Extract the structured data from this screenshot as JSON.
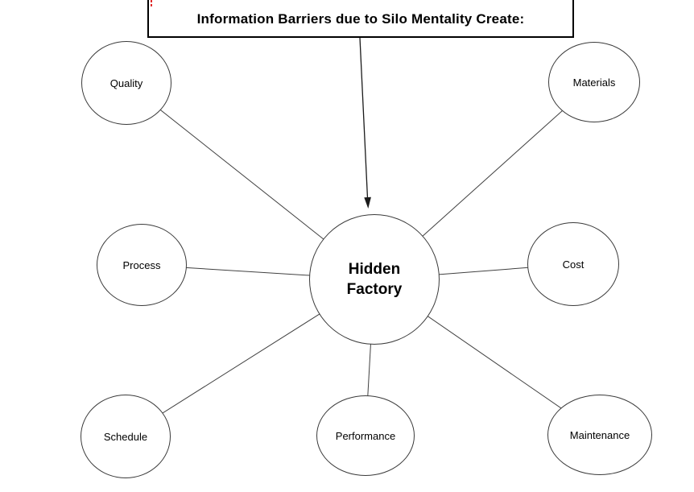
{
  "title": {
    "label": "Information Barriers due to Silo Mentality Create:"
  },
  "center_node": {
    "label": "Hidden\nFactory"
  },
  "nodes": [
    {
      "id": "quality",
      "label": "Quality"
    },
    {
      "id": "materials",
      "label": "Materials"
    },
    {
      "id": "process",
      "label": "Process"
    },
    {
      "id": "cost",
      "label": "Cost"
    },
    {
      "id": "schedule",
      "label": "Schedule"
    },
    {
      "id": "performance",
      "label": "Performance"
    },
    {
      "id": "maintenance",
      "label": "Maintenance"
    }
  ],
  "colors": {
    "background": "#ffffff",
    "connector_line": "#404040",
    "circle_border": "#3a3a3a",
    "box_border": "#000000",
    "text": "#000000",
    "artifact_red": "#e02b2b"
  }
}
